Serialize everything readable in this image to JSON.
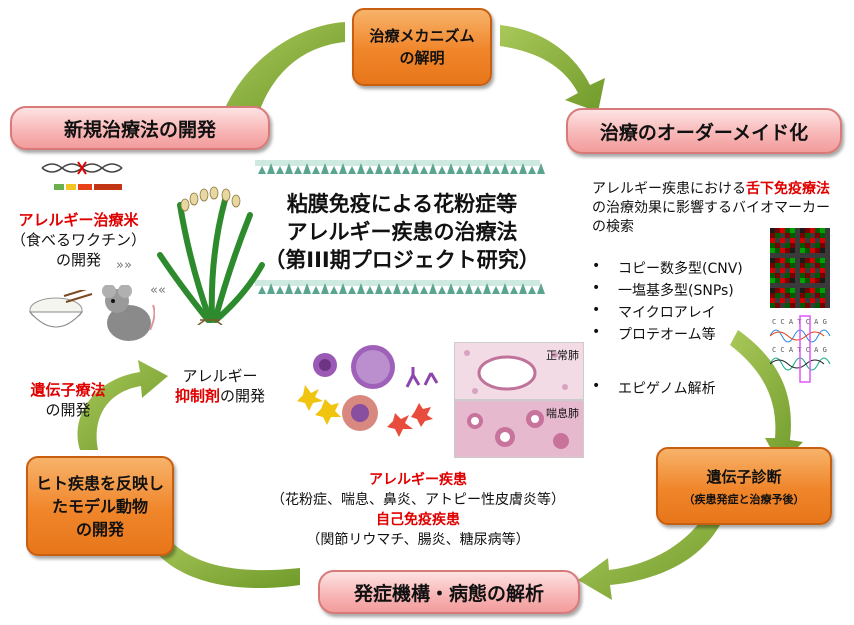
{
  "top_box": {
    "line1": "治療メカニズム",
    "line2": "の解明"
  },
  "left_title": "新規治療法の開発",
  "right_title": "治療のオーダーメイド化",
  "bottom_title": "発症機構・病態の解析",
  "center_title": {
    "line1": "粘膜免疫による花粉症等",
    "line2": "アレルギー疾患の治療法",
    "line3": "（第III期プロジェクト研究）"
  },
  "rice": {
    "line1": "アレルギー治療米",
    "line2": "（食べるワクチン）",
    "line3": "の開発"
  },
  "biomarker": {
    "pre": "アレルギー疾患における",
    "red": "舌下免疫療法",
    "post": "の治療効果に影響するバイオマーカーの検索",
    "items": [
      "コピー数多型(CNV)",
      "一塩基多型(SNPs)",
      "マイクロアレイ",
      "プロテオーム等",
      "エピゲノム解析"
    ]
  },
  "gene_therapy": {
    "red": "遺伝子療法",
    "line2": "の開発"
  },
  "inhibitor": {
    "line1": "アレルギー",
    "red": "抑制剤",
    "line2": "の開発"
  },
  "lung": {
    "normal": "正常肺",
    "asthma": "喘息肺"
  },
  "diagnosis": {
    "line1": "遺伝子診断",
    "line2": "（疾患発症と治療予後）"
  },
  "model_box": {
    "line1": "ヒト疾患を反映し",
    "line2": "たモデル動物",
    "line3": "の開発"
  },
  "disease": {
    "allergy": "アレルギー疾患",
    "allergy_list": "（花粉症、喘息、鼻炎、アトピー性皮膚炎等）",
    "autoimmune": "自己免疫疾患",
    "autoimmune_list": "（関節リウマチ、腸炎、糖尿病等）"
  },
  "dna_letters": "C C A T C A G"
}
